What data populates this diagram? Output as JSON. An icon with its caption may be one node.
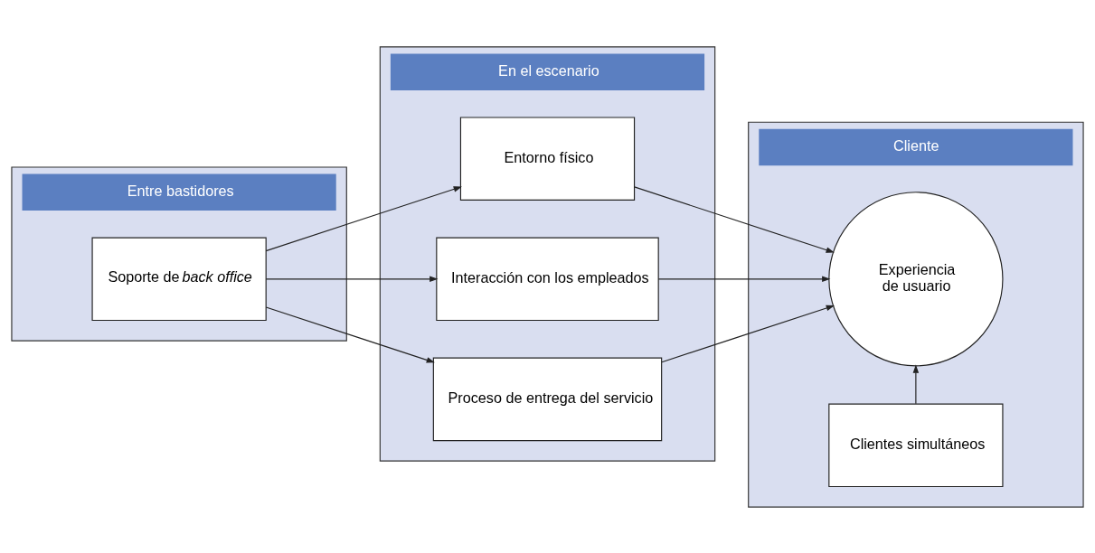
{
  "diagram": {
    "nodes": [
      {
        "text": [
          "Entre bastidores"
        ]
      },
      {
        "text": [
          "En el escenario"
        ]
      },
      {
        "text": [
          "Cliente"
        ]
      },
      {
        "text": [
          "Soporte de *back office*"
        ],
        "in": 0
      },
      {
        "text": [
          "Entorno físico"
        ],
        "in": 1
      },
      {
        "text": [
          "Interacción con los empleados"
        ],
        "in": 1
      },
      {
        "text": [
          "Proceso de entrega del servicio"
        ],
        "in": 1
      },
      {
        "text": [
          "Experiencia de usuario"
        ],
        "in": 2
      },
      {
        "text": [
          "Clientes simultáneos"
        ],
        "in": 2
      }
    ],
    "edges": [
      {
        "from": 3,
        "to": 4,
        "arrow": "to"
      },
      {
        "from": 3,
        "to": 5,
        "arrow": "to"
      },
      {
        "from": 3,
        "to": 6,
        "arrow": "to"
      },
      {
        "from": 4,
        "to": 7,
        "arrow": "to"
      },
      {
        "from": 5,
        "to": 7,
        "arrow": "to"
      },
      {
        "from": 6,
        "to": 7,
        "arrow": "to"
      },
      {
        "from": 8,
        "to": 7,
        "arrow": "to"
      }
    ]
  }
}
